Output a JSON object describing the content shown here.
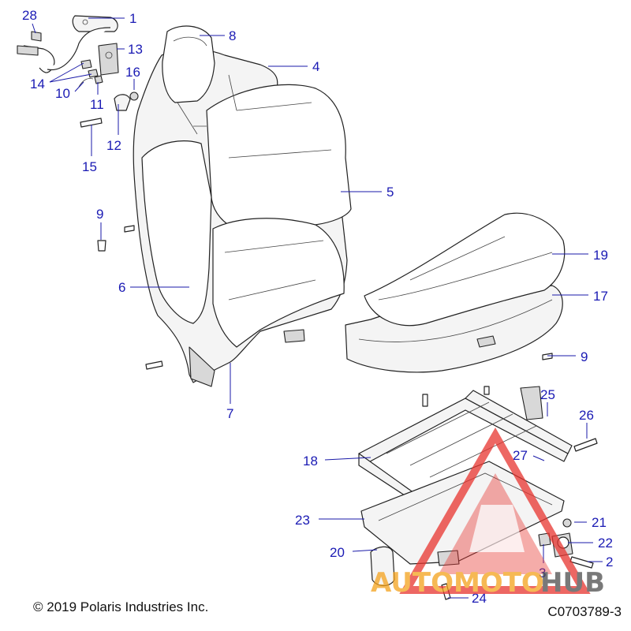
{
  "callouts": {
    "c1": "1",
    "c2": "2",
    "c3": "3",
    "c4": "4",
    "c5": "5",
    "c6": "6",
    "c7": "7",
    "c8": "8",
    "c9a": "9",
    "c9b": "9",
    "c10": "10",
    "c11": "11",
    "c12": "12",
    "c13": "13",
    "c14": "14",
    "c15": "15",
    "c16": "16",
    "c17": "17",
    "c18": "18",
    "c19": "19",
    "c20": "20",
    "c21": "21",
    "c22": "22",
    "c23": "23",
    "c24": "24",
    "c25": "25",
    "c26": "26",
    "c27": "27",
    "c28": "28"
  },
  "footer": {
    "copyright": "© 2019 Polaris Industries Inc.",
    "diagram_id": "C0703789-3"
  },
  "watermark": {
    "brand_part1": "AUTOMOTO",
    "brand_part2": "HUB"
  },
  "colors": {
    "callout": "#1a1ab4",
    "watermark_red": "#e8352f",
    "watermark_orange": "#f4a21c",
    "watermark_grey": "#4d4d4d"
  }
}
